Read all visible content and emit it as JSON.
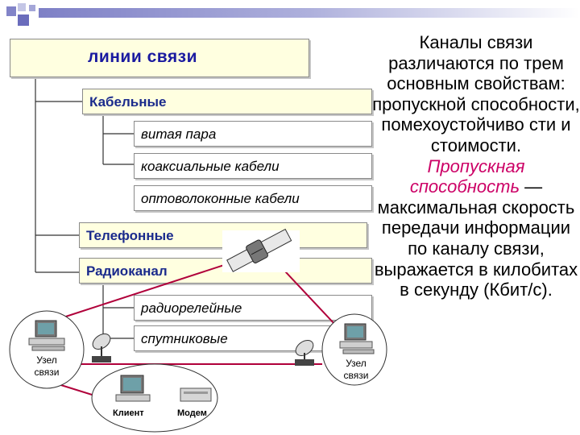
{
  "title": "линии связи",
  "categories": {
    "cable": {
      "label": "Кабельные",
      "items": [
        "витая пара",
        "коаксиальные кабели",
        "оптоволоконные кабели"
      ]
    },
    "phone": {
      "label": "Телефонные"
    },
    "radio": {
      "label": "Радиоканал",
      "items": [
        "радиорелейные",
        "спутниковые"
      ]
    }
  },
  "description": {
    "part1": "Каналы связи различаются по трем основным свойствам: пропускной способности, помехоустойчиво сти и стоимости.",
    "term": "Пропускная способность",
    "part2": " — максимальная скорость передачи информации по каналу связи, выражается в килобитах в секунду (Кбит/с)."
  },
  "network": {
    "left_node": "Узел связи",
    "right_node": "Узел связи",
    "client": "Клиент",
    "modem": "Модем"
  },
  "colors": {
    "accent": "#cc0066",
    "box_fill": "#ffffe0",
    "heading": "#1a1aa0",
    "link_line": "#b0003a"
  }
}
